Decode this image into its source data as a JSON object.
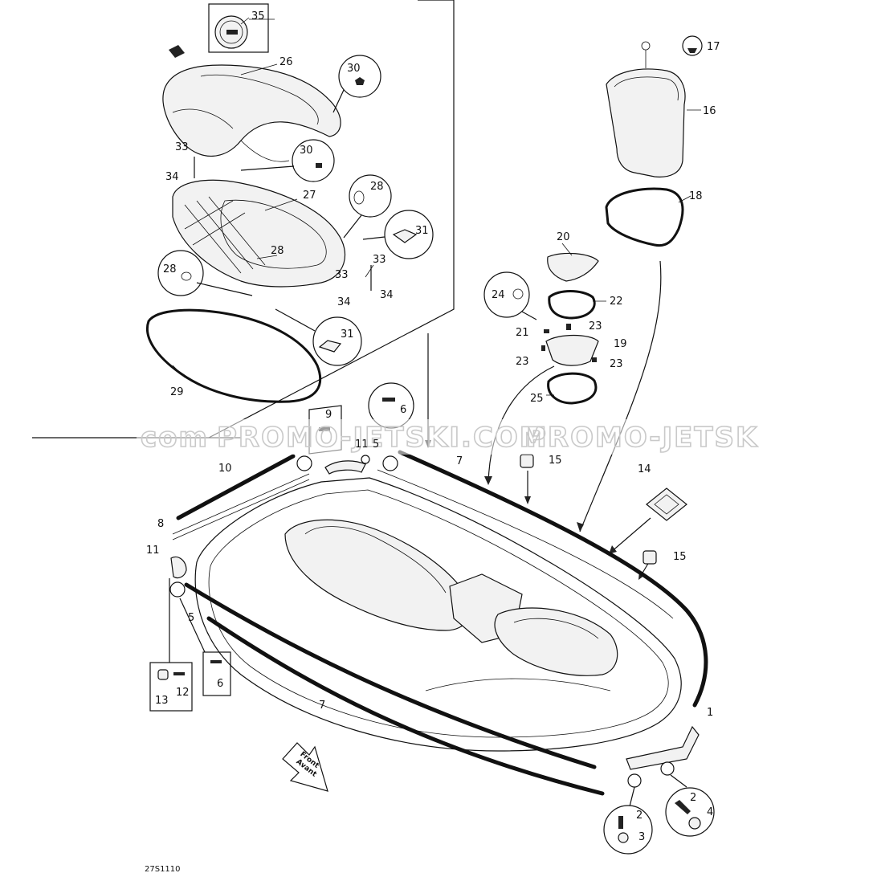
{
  "diagram": {
    "drawing_code": "27S1110",
    "watermark": {
      "left_fragment": "com",
      "main": "PROMO-JETSKI.COM",
      "right_fragment": "PROMO-JETSK"
    },
    "direction_arrow": {
      "line1": "Front",
      "line2": "Avant"
    },
    "labels": {
      "n35": "35",
      "n26": "26",
      "n30a": "30",
      "n30b": "30",
      "n33a": "33",
      "n34a": "34",
      "n27": "27",
      "n28a": "28",
      "n31a": "31",
      "n28b": "28",
      "n33b": "33",
      "n28c": "28",
      "n33c": "33",
      "n34b": "34",
      "n34c": "34",
      "n31b": "31",
      "n29": "29",
      "n17": "17",
      "n16": "16",
      "n18": "18",
      "n20": "20",
      "n24": "24",
      "n22": "22",
      "n21": "21",
      "n23a": "23",
      "n19": "19",
      "n23b": "23",
      "n23c": "23",
      "n25": "25",
      "n6a": "6",
      "n9": "9",
      "n11a": "11",
      "n5a": "5",
      "n7a": "7",
      "n15a": "15",
      "n10": "10",
      "n14": "14",
      "n8": "8",
      "n15b": "15",
      "n11b": "11",
      "n5b": "5",
      "n6b": "6",
      "n12": "12",
      "n13": "13",
      "n7b": "7",
      "n1": "1",
      "n2a": "2",
      "n3": "3",
      "n2b": "2",
      "n4": "4"
    }
  }
}
